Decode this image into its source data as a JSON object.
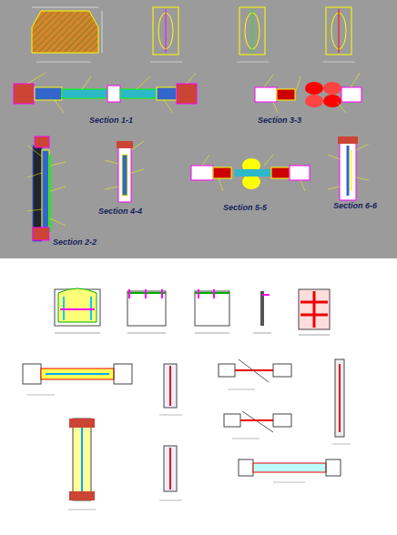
{
  "diagram": {
    "labels": [
      "Section 1-1",
      "Section 3-3",
      "Section 2-2",
      "Section 4-4",
      "Section 5-5",
      "Section 6-6"
    ]
  }
}
